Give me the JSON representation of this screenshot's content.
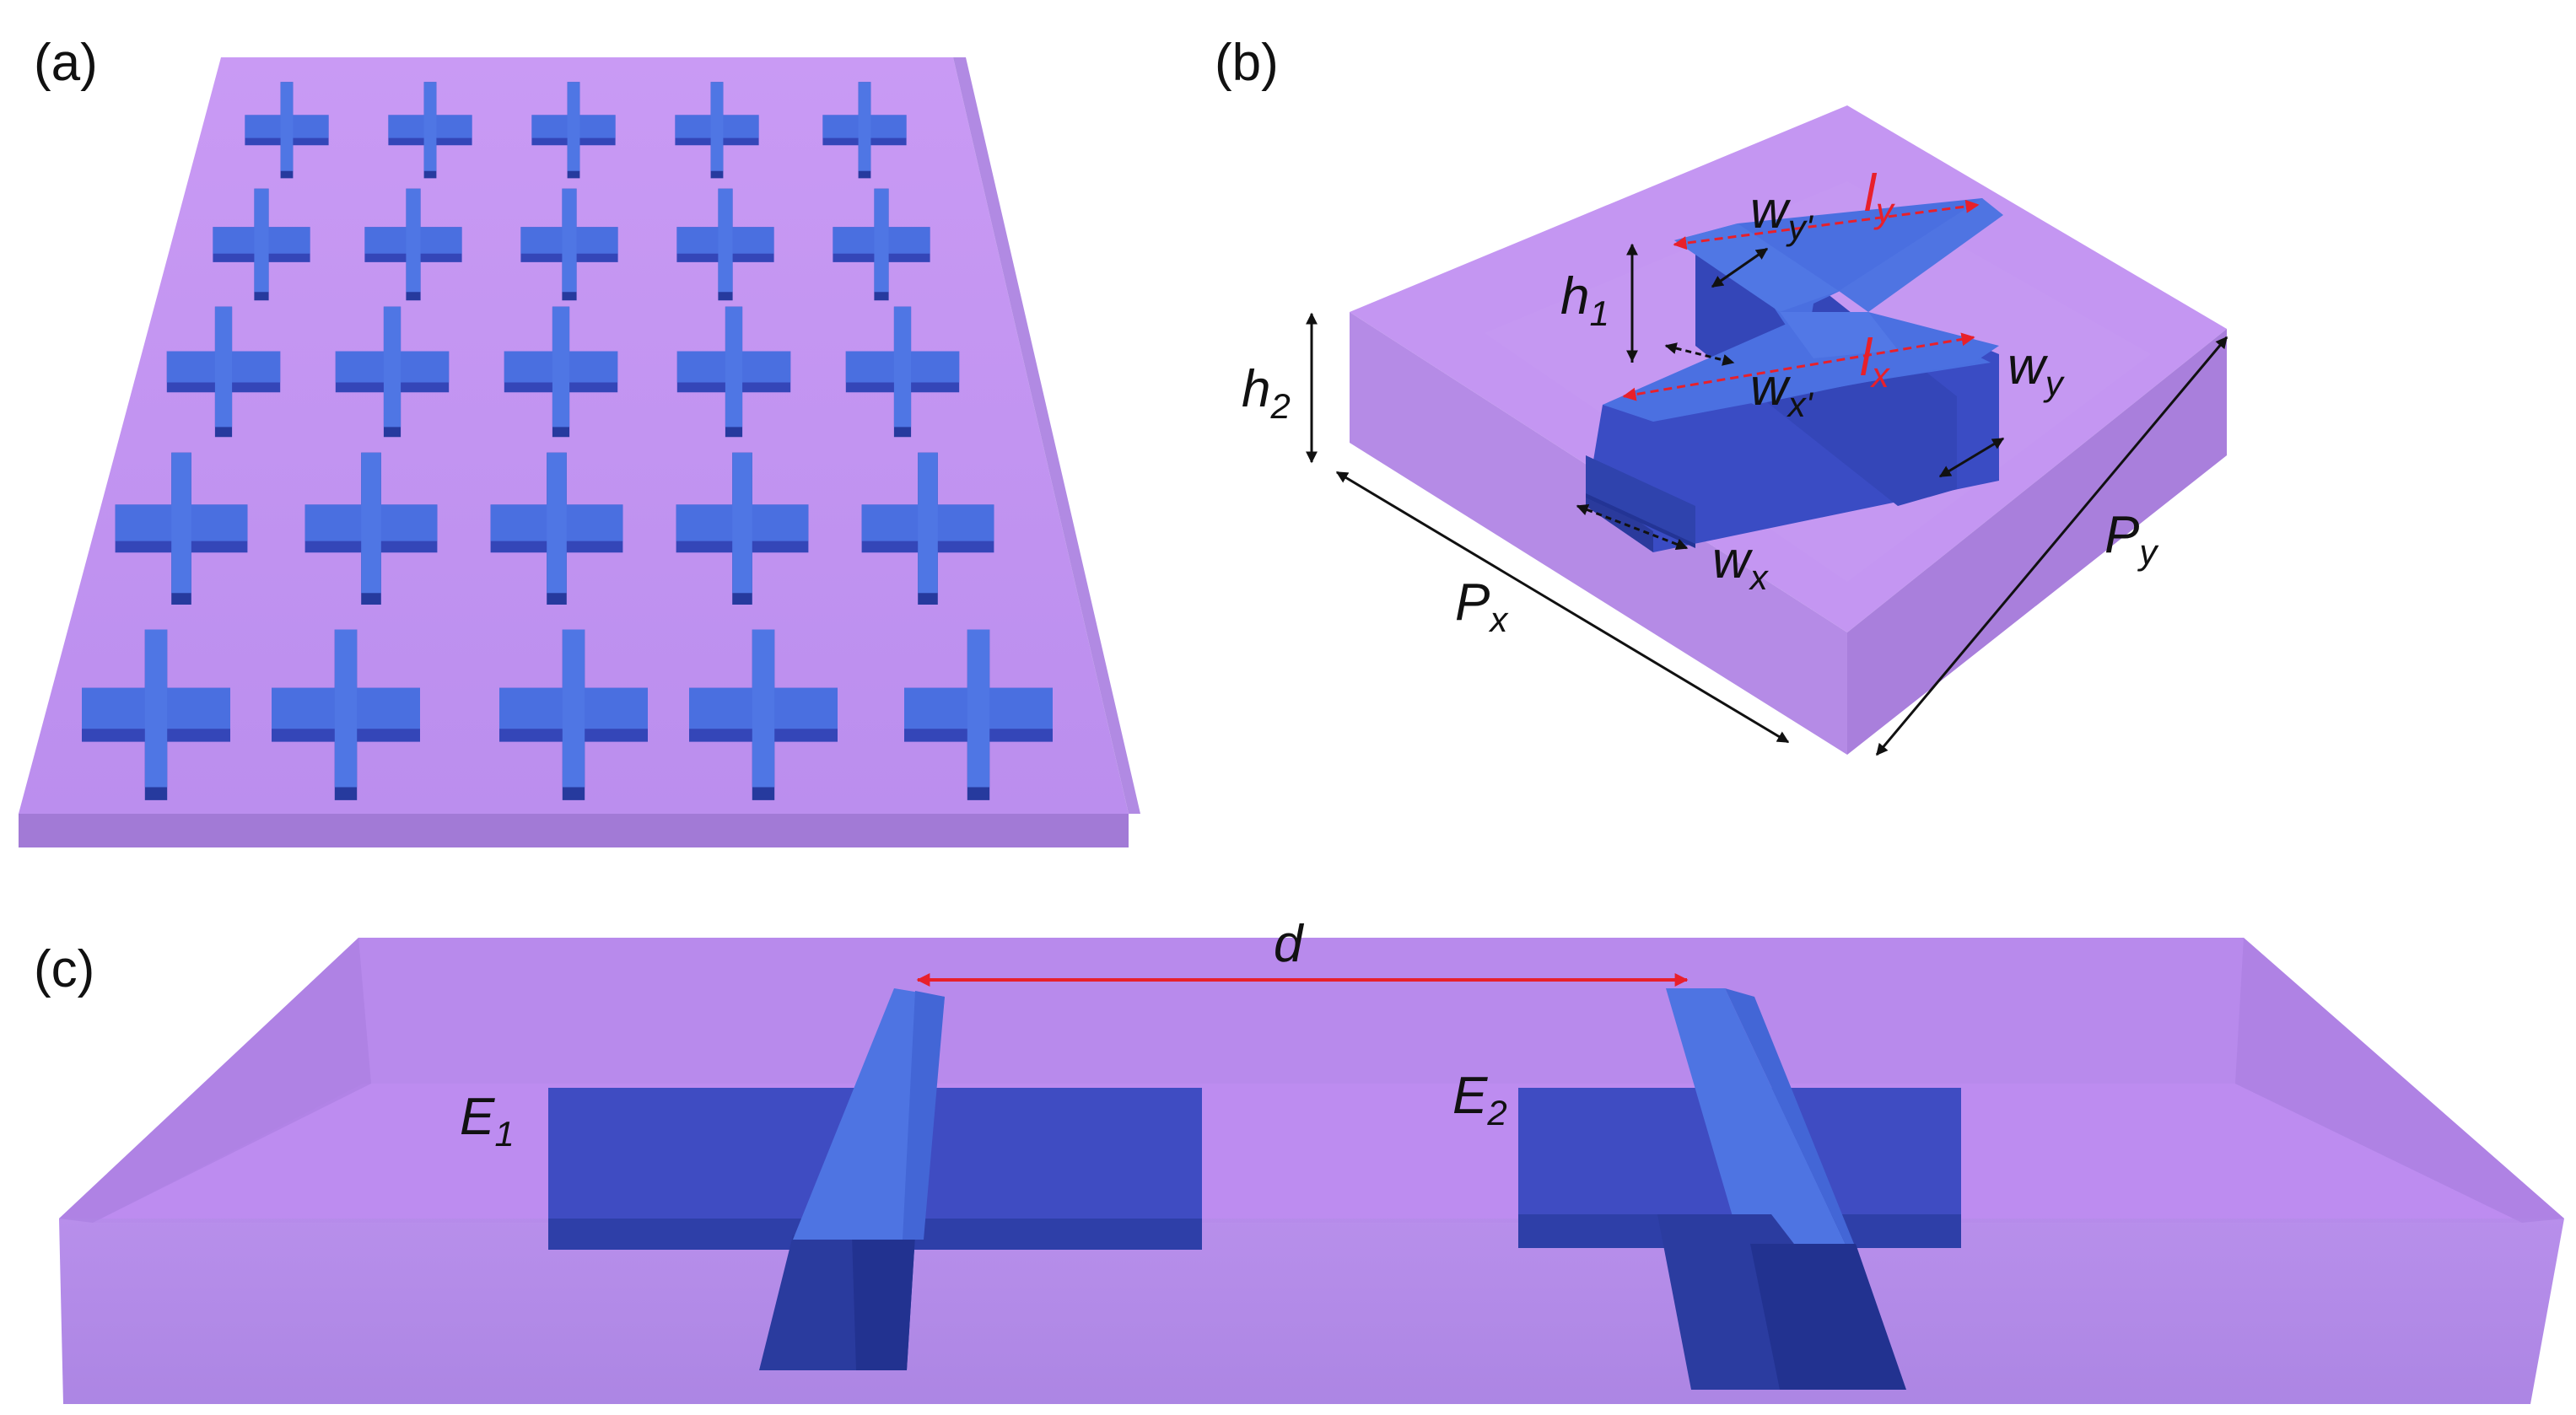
{
  "figure": {
    "panel_labels": {
      "a": "(a)",
      "b": "(b)",
      "c": "(c)"
    },
    "panel_b": {
      "h1": {
        "base": "h",
        "sub": "1"
      },
      "h2": {
        "base": "h",
        "sub": "2"
      },
      "wy_prime": {
        "base": "w",
        "sub": "y'"
      },
      "wx_prime": {
        "base": "w",
        "sub": "x'"
      },
      "wx": {
        "base": "w",
        "sub": "x"
      },
      "wy": {
        "base": "w",
        "sub": "y"
      },
      "ly": {
        "base": "l",
        "sub": "y"
      },
      "lx": {
        "base": "l",
        "sub": "x"
      },
      "Px": {
        "base": "P",
        "sub": "x"
      },
      "Py": {
        "base": "P",
        "sub": "y"
      }
    },
    "panel_c": {
      "d": "d",
      "E1": {
        "base": "E",
        "sub": "1"
      },
      "E2": {
        "base": "E",
        "sub": "2"
      }
    }
  },
  "colors": {
    "substrate_top": "#c38ef2",
    "substrate_side": "#a57ee0",
    "cross_top": "#4a6fe0",
    "cross_side": "#3446b8",
    "cross_dark": "#263a9e",
    "dimension_arrow": "#111111",
    "highlight_arrow": "#e8202a"
  }
}
